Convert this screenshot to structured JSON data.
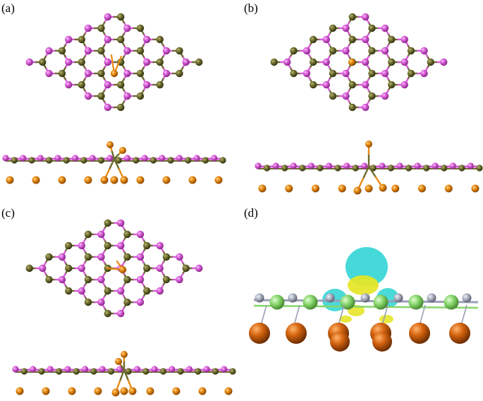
{
  "panels": [
    {
      "label": "(a)"
    },
    {
      "label": "(b)"
    },
    {
      "label": "(c)"
    },
    {
      "label": "(d)"
    }
  ],
  "colors": {
    "pink_atom": "#d85ad8",
    "olive_atom": "#6b6a2c",
    "orange_atom": "#e88a12",
    "green_atom": "#86d66a",
    "grey_atom": "#a9aebf",
    "copper_atom": "#d4630f",
    "isosurface_cyan": "#36d6d6",
    "isosurface_yellow": "#e6e62a"
  }
}
